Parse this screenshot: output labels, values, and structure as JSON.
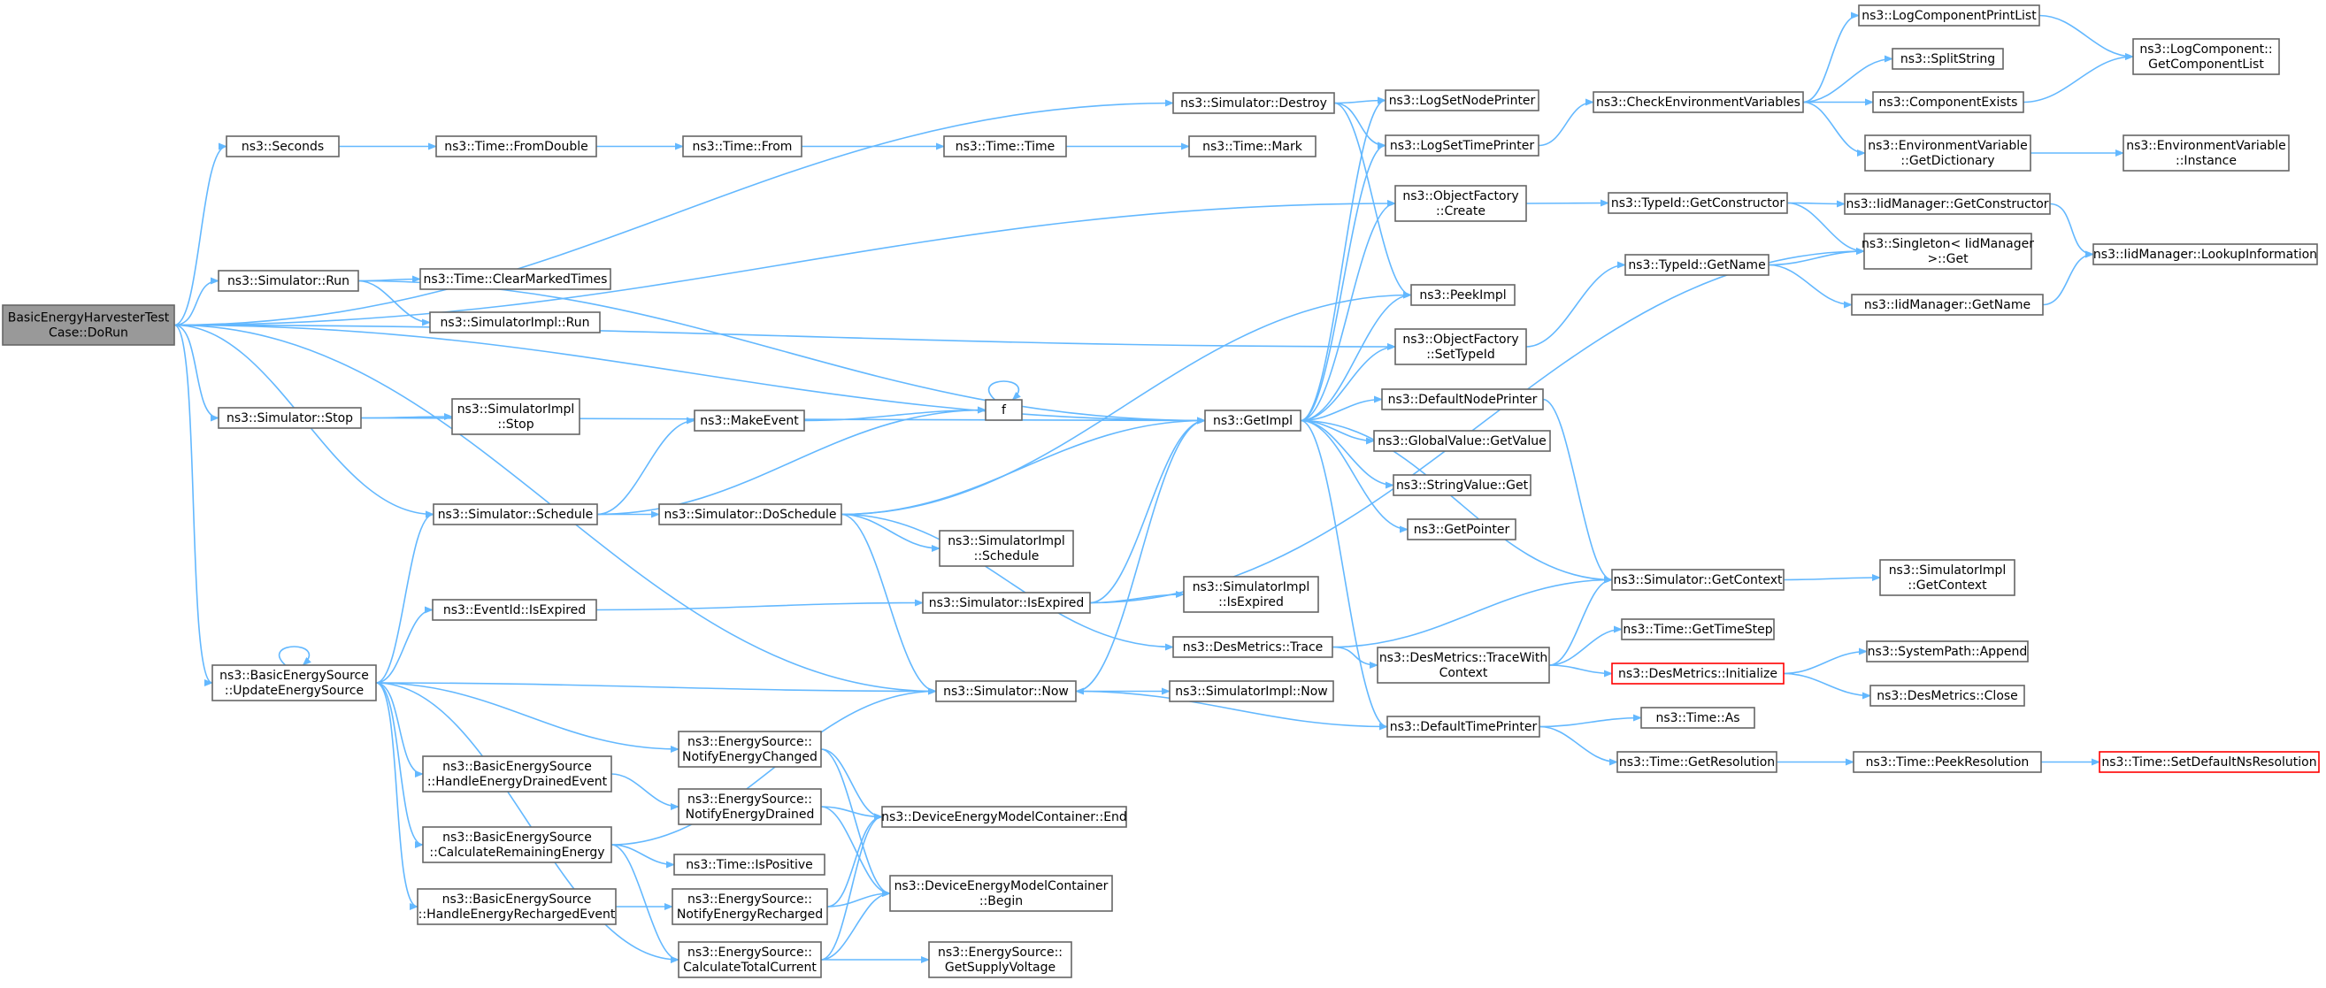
{
  "graph": {
    "edge_color": "#63b8ff",
    "node_border": "#666666",
    "root_fill": "#999999",
    "warning_border": "#ff0000",
    "nodes": [
      {
        "id": "root",
        "lines": [
          "BasicEnergyHarvesterTest",
          "Case::DoRun"
        ],
        "style": "root"
      },
      {
        "id": "seconds",
        "lines": [
          "ns3::Seconds"
        ]
      },
      {
        "id": "run",
        "lines": [
          "ns3::Simulator::Run"
        ]
      },
      {
        "id": "stop",
        "lines": [
          "ns3::Simulator::Stop"
        ]
      },
      {
        "id": "schedule",
        "lines": [
          "ns3::Simulator::Schedule"
        ]
      },
      {
        "id": "updateES",
        "lines": [
          "ns3::BasicEnergySource",
          "::UpdateEnergySource"
        ]
      },
      {
        "id": "fromDouble",
        "lines": [
          "ns3::Time::FromDouble"
        ]
      },
      {
        "id": "clearMarked",
        "lines": [
          "ns3::Time::ClearMarkedTimes"
        ]
      },
      {
        "id": "simImplRun",
        "lines": [
          "ns3::SimulatorImpl::Run"
        ]
      },
      {
        "id": "simImplStop",
        "lines": [
          "ns3::SimulatorImpl",
          "::Stop"
        ]
      },
      {
        "id": "eventIsExpired",
        "lines": [
          "ns3::EventId::IsExpired"
        ]
      },
      {
        "id": "handleDrained",
        "lines": [
          "ns3::BasicEnergySource",
          "::HandleEnergyDrainedEvent"
        ]
      },
      {
        "id": "calcRemaining",
        "lines": [
          "ns3::BasicEnergySource",
          "::CalculateRemainingEnergy"
        ]
      },
      {
        "id": "handleRecharged",
        "lines": [
          "ns3::BasicEnergySource",
          "::HandleEnergyRechargedEvent"
        ]
      },
      {
        "id": "timeFrom",
        "lines": [
          "ns3::Time::From"
        ]
      },
      {
        "id": "makeEvent",
        "lines": [
          "ns3::MakeEvent"
        ]
      },
      {
        "id": "doSchedule",
        "lines": [
          "ns3::Simulator::DoSchedule"
        ]
      },
      {
        "id": "notifyChanged",
        "lines": [
          "ns3::EnergySource::",
          "NotifyEnergyChanged"
        ]
      },
      {
        "id": "notifyDrained",
        "lines": [
          "ns3::EnergySource::",
          "NotifyEnergyDrained"
        ]
      },
      {
        "id": "notifyRecharged",
        "lines": [
          "ns3::EnergySource::",
          "NotifyEnergyRecharged"
        ]
      },
      {
        "id": "calcTotal",
        "lines": [
          "ns3::EnergySource::",
          "CalculateTotalCurrent"
        ]
      },
      {
        "id": "isPositive",
        "lines": [
          "ns3::Time::IsPositive"
        ]
      },
      {
        "id": "timeTime",
        "lines": [
          "ns3::Time::Time"
        ]
      },
      {
        "id": "f",
        "lines": [
          "f"
        ]
      },
      {
        "id": "simImplSchedule",
        "lines": [
          "ns3::SimulatorImpl",
          "::Schedule"
        ]
      },
      {
        "id": "simIsExpired",
        "lines": [
          "ns3::Simulator::IsExpired"
        ]
      },
      {
        "id": "simNow",
        "lines": [
          "ns3::Simulator::Now"
        ]
      },
      {
        "id": "devEnd",
        "lines": [
          "ns3::DeviceEnergyModelContainer::End"
        ]
      },
      {
        "id": "devBegin",
        "lines": [
          "ns3::DeviceEnergyModelContainer",
          "::Begin"
        ]
      },
      {
        "id": "getSupply",
        "lines": [
          "ns3::EnergySource::",
          "GetSupplyVoltage"
        ]
      },
      {
        "id": "destroy",
        "lines": [
          "ns3::Simulator::Destroy"
        ]
      },
      {
        "id": "timeMark",
        "lines": [
          "ns3::Time::Mark"
        ]
      },
      {
        "id": "getImpl",
        "lines": [
          "ns3::GetImpl"
        ]
      },
      {
        "id": "simImplIsExpired",
        "lines": [
          "ns3::SimulatorImpl",
          "::IsExpired"
        ]
      },
      {
        "id": "desTrace",
        "lines": [
          "ns3::DesMetrics::Trace"
        ]
      },
      {
        "id": "simImplNow",
        "lines": [
          "ns3::SimulatorImpl::Now"
        ]
      },
      {
        "id": "logNodePrinter",
        "lines": [
          "ns3::LogSetNodePrinter"
        ]
      },
      {
        "id": "logTimePrinter",
        "lines": [
          "ns3::LogSetTimePrinter"
        ]
      },
      {
        "id": "ofCreate",
        "lines": [
          "ns3::ObjectFactory",
          "::Create"
        ]
      },
      {
        "id": "peekImpl",
        "lines": [
          "ns3::PeekImpl"
        ]
      },
      {
        "id": "ofSetTypeId",
        "lines": [
          "ns3::ObjectFactory",
          "::SetTypeId"
        ]
      },
      {
        "id": "defNodePrinter",
        "lines": [
          "ns3::DefaultNodePrinter"
        ]
      },
      {
        "id": "gvGetValue",
        "lines": [
          "ns3::GlobalValue::GetValue"
        ]
      },
      {
        "id": "svGet",
        "lines": [
          "ns3::StringValue::Get"
        ]
      },
      {
        "id": "getPointer",
        "lines": [
          "ns3::GetPointer"
        ]
      },
      {
        "id": "traceWith",
        "lines": [
          "ns3::DesMetrics::TraceWith",
          "Context"
        ]
      },
      {
        "id": "defTimePrinter",
        "lines": [
          "ns3::DefaultTimePrinter"
        ]
      },
      {
        "id": "checkEnv",
        "lines": [
          "ns3::CheckEnvironmentVariables"
        ]
      },
      {
        "id": "tidGetCtor",
        "lines": [
          "ns3::TypeId::GetConstructor"
        ]
      },
      {
        "id": "tidGetName",
        "lines": [
          "ns3::TypeId::GetName"
        ]
      },
      {
        "id": "simGetContext",
        "lines": [
          "ns3::Simulator::GetContext"
        ]
      },
      {
        "id": "timeGetStep",
        "lines": [
          "ns3::Time::GetTimeStep"
        ]
      },
      {
        "id": "desInit",
        "lines": [
          "ns3::DesMetrics::Initialize"
        ],
        "style": "warn"
      },
      {
        "id": "timeAs",
        "lines": [
          "ns3::Time::As"
        ]
      },
      {
        "id": "timeGetRes",
        "lines": [
          "ns3::Time::GetResolution"
        ]
      },
      {
        "id": "logCompPrintList",
        "lines": [
          "ns3::LogComponentPrintList"
        ]
      },
      {
        "id": "splitString",
        "lines": [
          "ns3::SplitString"
        ]
      },
      {
        "id": "compExists",
        "lines": [
          "ns3::ComponentExists"
        ]
      },
      {
        "id": "envGetDict",
        "lines": [
          "ns3::EnvironmentVariable",
          "::GetDictionary"
        ]
      },
      {
        "id": "iidGetCtor",
        "lines": [
          "ns3::IidManager::GetConstructor"
        ]
      },
      {
        "id": "singletonGet",
        "lines": [
          "ns3::Singleton< IidManager",
          ">::Get"
        ]
      },
      {
        "id": "iidGetName",
        "lines": [
          "ns3::IidManager::GetName"
        ]
      },
      {
        "id": "simImplGetCtx",
        "lines": [
          "ns3::SimulatorImpl",
          "::GetContext"
        ]
      },
      {
        "id": "sysPathAppend",
        "lines": [
          "ns3::SystemPath::Append"
        ]
      },
      {
        "id": "desClose",
        "lines": [
          "ns3::DesMetrics::Close"
        ]
      },
      {
        "id": "timePeekRes",
        "lines": [
          "ns3::Time::PeekResolution"
        ]
      },
      {
        "id": "logCompGetList",
        "lines": [
          "ns3::LogComponent::",
          "GetComponentList"
        ]
      },
      {
        "id": "envInstance",
        "lines": [
          "ns3::EnvironmentVariable",
          "::Instance"
        ]
      },
      {
        "id": "iidLookup",
        "lines": [
          "ns3::IidManager::LookupInformation"
        ]
      },
      {
        "id": "setDefaultNsRes",
        "lines": [
          "ns3::Time::SetDefaultNsResolution"
        ],
        "style": "warn"
      }
    ],
    "edges": [
      [
        "root",
        "seconds"
      ],
      [
        "root",
        "run"
      ],
      [
        "root",
        "stop"
      ],
      [
        "root",
        "schedule"
      ],
      [
        "root",
        "updateES"
      ],
      [
        "root",
        "destroy"
      ],
      [
        "root",
        "ofCreate"
      ],
      [
        "root",
        "ofSetTypeId"
      ],
      [
        "root",
        "getImpl"
      ],
      [
        "root",
        "simNow"
      ],
      [
        "seconds",
        "fromDouble"
      ],
      [
        "fromDouble",
        "timeFrom"
      ],
      [
        "timeFrom",
        "timeTime"
      ],
      [
        "timeTime",
        "timeMark"
      ],
      [
        "run",
        "clearMarked"
      ],
      [
        "run",
        "simImplRun"
      ],
      [
        "run",
        "getImpl"
      ],
      [
        "stop",
        "simImplStop"
      ],
      [
        "stop",
        "getImpl"
      ],
      [
        "schedule",
        "makeEvent"
      ],
      [
        "schedule",
        "doSchedule"
      ],
      [
        "schedule",
        "f"
      ],
      [
        "makeEvent",
        "f"
      ],
      [
        "f",
        "f"
      ],
      [
        "doSchedule",
        "simImplSchedule"
      ],
      [
        "doSchedule",
        "getImpl"
      ],
      [
        "doSchedule",
        "simNow"
      ],
      [
        "doSchedule",
        "desTrace"
      ],
      [
        "doSchedule",
        "peekImpl"
      ],
      [
        "updateES",
        "schedule"
      ],
      [
        "updateES",
        "eventIsExpired"
      ],
      [
        "updateES",
        "simNow"
      ],
      [
        "updateES",
        "handleDrained"
      ],
      [
        "updateES",
        "calcRemaining"
      ],
      [
        "updateES",
        "handleRecharged"
      ],
      [
        "updateES",
        "notifyChanged"
      ],
      [
        "updateES",
        "calcTotal"
      ],
      [
        "updateES",
        "updateES"
      ],
      [
        "eventIsExpired",
        "simIsExpired"
      ],
      [
        "simIsExpired",
        "simImplIsExpired"
      ],
      [
        "simIsExpired",
        "getImpl"
      ],
      [
        "simIsExpired",
        "singletonGet"
      ],
      [
        "handleDrained",
        "notifyDrained"
      ],
      [
        "calcRemaining",
        "isPositive"
      ],
      [
        "calcRemaining",
        "simNow"
      ],
      [
        "calcRemaining",
        "calcTotal"
      ],
      [
        "handleRecharged",
        "notifyRecharged"
      ],
      [
        "notifyChanged",
        "devEnd"
      ],
      [
        "notifyChanged",
        "devBegin"
      ],
      [
        "notifyDrained",
        "devEnd"
      ],
      [
        "notifyDrained",
        "devBegin"
      ],
      [
        "notifyRecharged",
        "devEnd"
      ],
      [
        "notifyRecharged",
        "devBegin"
      ],
      [
        "calcTotal",
        "devEnd"
      ],
      [
        "calcTotal",
        "devBegin"
      ],
      [
        "calcTotal",
        "getSupply"
      ],
      [
        "simNow",
        "simImplNow"
      ],
      [
        "simNow",
        "getImpl"
      ],
      [
        "destroy",
        "logNodePrinter"
      ],
      [
        "destroy",
        "logTimePrinter"
      ],
      [
        "destroy",
        "peekImpl"
      ],
      [
        "getImpl",
        "logNodePrinter"
      ],
      [
        "getImpl",
        "logTimePrinter"
      ],
      [
        "getImpl",
        "ofCreate"
      ],
      [
        "getImpl",
        "peekImpl"
      ],
      [
        "getImpl",
        "ofSetTypeId"
      ],
      [
        "getImpl",
        "defNodePrinter"
      ],
      [
        "getImpl",
        "gvGetValue"
      ],
      [
        "getImpl",
        "svGet"
      ],
      [
        "getImpl",
        "getPointer"
      ],
      [
        "getImpl",
        "simGetContext"
      ],
      [
        "getImpl",
        "defTimePrinter"
      ],
      [
        "desTrace",
        "traceWith"
      ],
      [
        "desTrace",
        "simGetContext"
      ],
      [
        "traceWith",
        "simGetContext"
      ],
      [
        "traceWith",
        "timeGetStep"
      ],
      [
        "traceWith",
        "desInit"
      ],
      [
        "defTimePrinter",
        "simNow"
      ],
      [
        "defTimePrinter",
        "timeAs"
      ],
      [
        "defTimePrinter",
        "timeGetRes"
      ],
      [
        "defNodePrinter",
        "simGetContext"
      ],
      [
        "logTimePrinter",
        "checkEnv"
      ],
      [
        "checkEnv",
        "logCompPrintList"
      ],
      [
        "checkEnv",
        "splitString"
      ],
      [
        "checkEnv",
        "compExists"
      ],
      [
        "checkEnv",
        "envGetDict"
      ],
      [
        "ofCreate",
        "tidGetCtor"
      ],
      [
        "ofSetTypeId",
        "tidGetName"
      ],
      [
        "tidGetCtor",
        "iidGetCtor"
      ],
      [
        "tidGetCtor",
        "singletonGet"
      ],
      [
        "tidGetName",
        "singletonGet"
      ],
      [
        "tidGetName",
        "iidGetName"
      ],
      [
        "iidGetCtor",
        "iidLookup"
      ],
      [
        "iidGetName",
        "iidLookup"
      ],
      [
        "simGetContext",
        "simImplGetCtx"
      ],
      [
        "desInit",
        "sysPathAppend"
      ],
      [
        "desInit",
        "desClose"
      ],
      [
        "timeGetRes",
        "timePeekRes"
      ],
      [
        "timePeekRes",
        "setDefaultNsRes"
      ],
      [
        "logCompPrintList",
        "logCompGetList"
      ],
      [
        "compExists",
        "logCompGetList"
      ],
      [
        "envGetDict",
        "envInstance"
      ]
    ]
  }
}
